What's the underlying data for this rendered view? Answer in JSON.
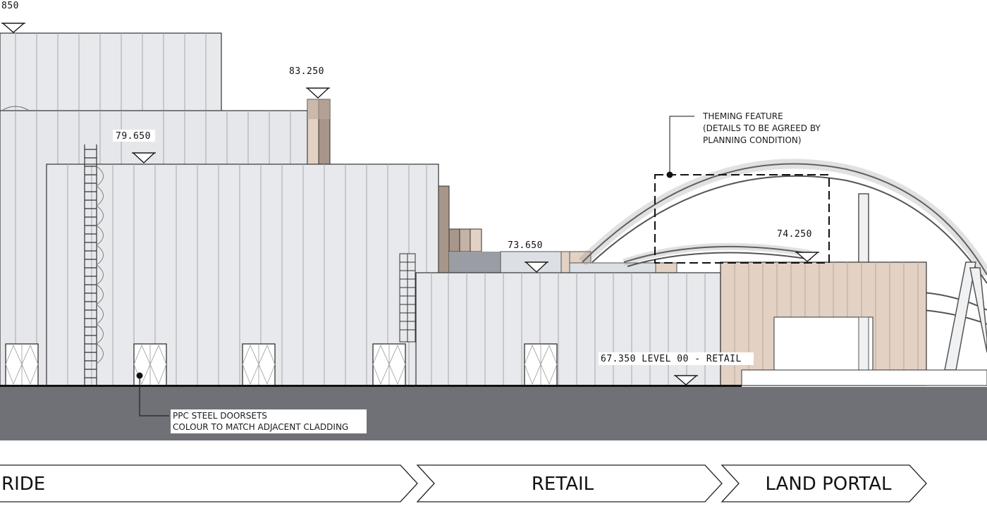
{
  "levels": {
    "top_partial": "850",
    "chimney": "83.250",
    "mid_block": "79.650",
    "low_block": "73.650",
    "portal": "74.250",
    "ground": "67.350 LEVEL 00 - RETAIL"
  },
  "annotations": {
    "theming_line1": "THEMING FEATURE",
    "theming_line2": "(DETAILS TO BE AGREED BY",
    "theming_line3": "PLANNING CONDITION)",
    "doors_line1": "PPC STEEL DOORSETS",
    "doors_line2": "COLOUR TO MATCH ADJACENT CLADDING"
  },
  "zones": {
    "ride": "RIDE",
    "retail": "RETAIL",
    "land_portal": "LAND PORTAL"
  },
  "colors": {
    "cladding": "#e7e9ec",
    "cladding_line": "#9ea3aa",
    "timber": "#e3d1c4",
    "timber_dark": "#a8968a",
    "ground": "#6f7177",
    "outline": "#222222"
  }
}
